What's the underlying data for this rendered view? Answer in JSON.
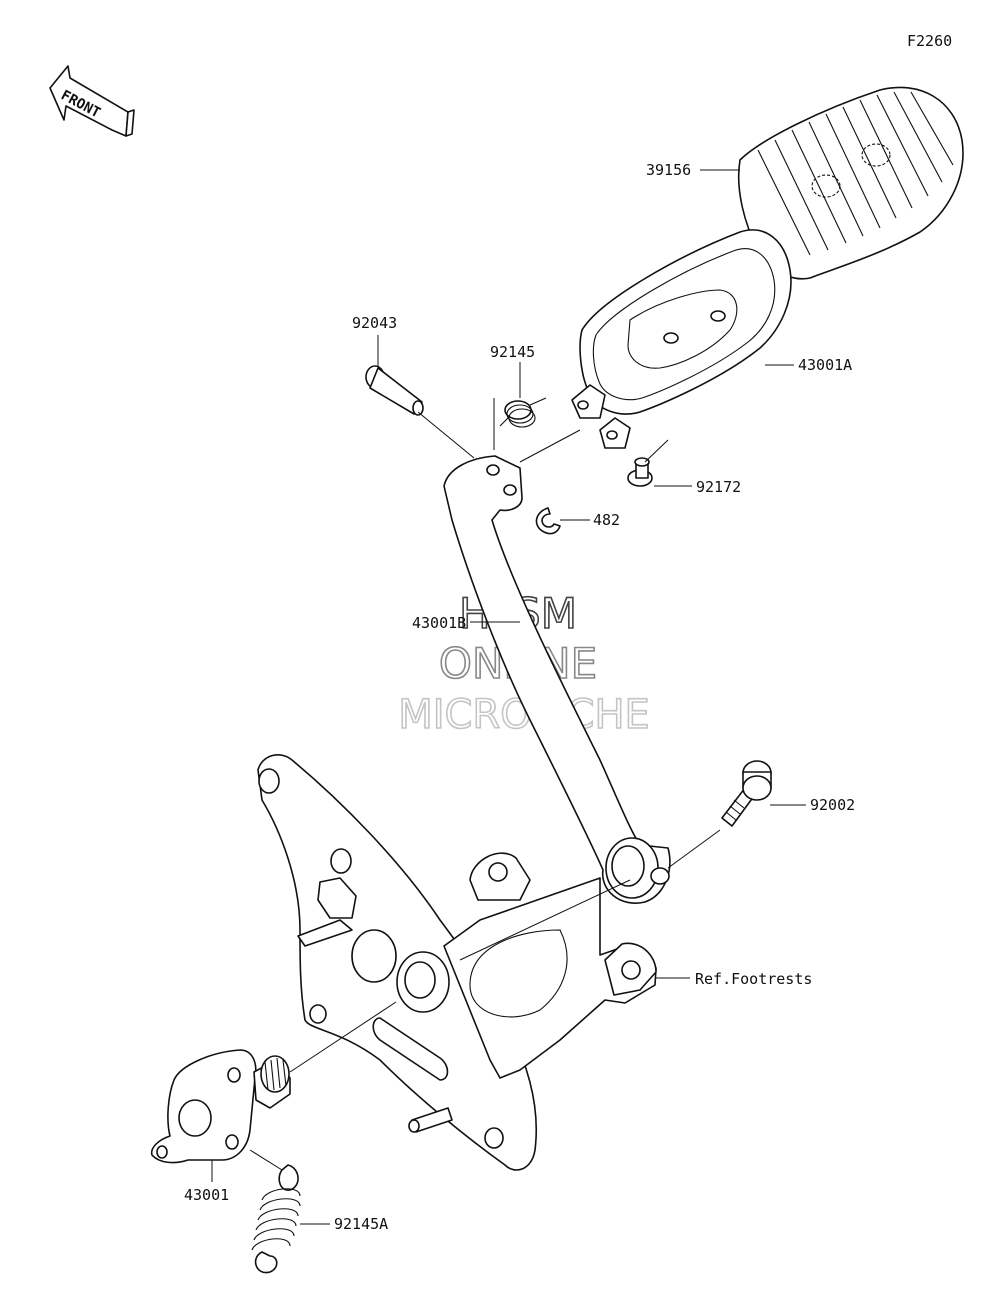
{
  "figure_code": "F2260",
  "front_label": "FRONT",
  "parts": {
    "p39156": "39156",
    "p92043": "92043",
    "p92145": "92145",
    "p43001A": "43001A",
    "p92172": "92172",
    "p482": "482",
    "p43001B": "43001B",
    "p92002": "92002",
    "ref_footrests": "Ref.Footrests",
    "p43001": "43001",
    "p92145A": "92145A"
  },
  "watermark": {
    "line1": "HLSM",
    "line2": "ONLINE",
    "line3": "MICROFICHE"
  }
}
